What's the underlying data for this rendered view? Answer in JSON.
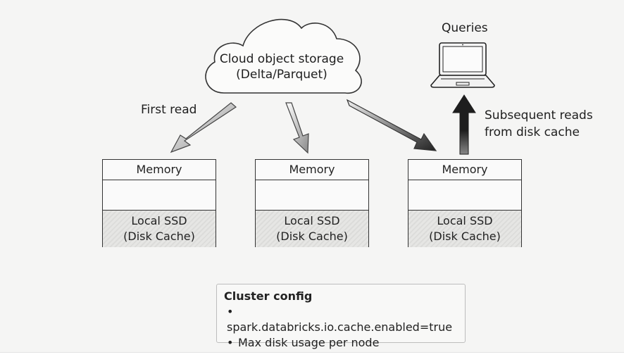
{
  "cloud": {
    "line1": "Cloud object storage",
    "line2": "(Delta/Parquet)"
  },
  "queries": {
    "label": "Queries",
    "icon": "laptop-icon"
  },
  "arrows": {
    "first_read_label": "First read",
    "subsequent_line1": "Subsequent reads",
    "subsequent_line2": "from disk cache"
  },
  "nodes": [
    {
      "memory_label": "Memory",
      "ssd_line1": "Local SSD",
      "ssd_line2": "(Disk Cache)"
    },
    {
      "memory_label": "Memory",
      "ssd_line1": "Local SSD",
      "ssd_line2": "(Disk Cache)"
    },
    {
      "memory_label": "Memory",
      "ssd_line1": "Local SSD",
      "ssd_line2": "(Disk Cache)"
    }
  ],
  "config": {
    "title": "Cluster config",
    "bullet": "•",
    "items": [
      "spark.databricks.io.cache.enabled=true",
      "Max disk usage per node"
    ]
  }
}
